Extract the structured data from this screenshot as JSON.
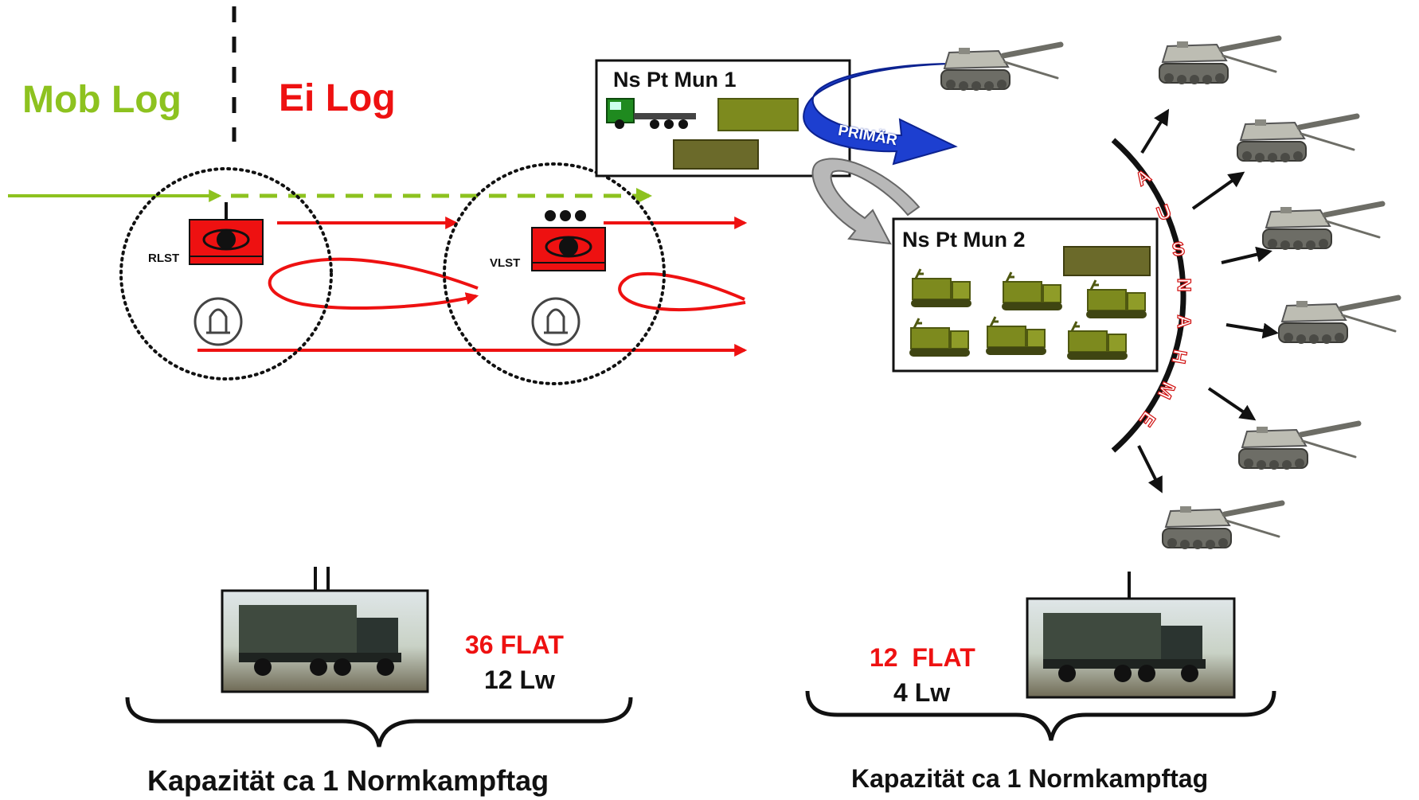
{
  "labels": {
    "mob_log": "Mob Log",
    "ei_log": "Ei Log",
    "rlst": "RLST",
    "vlst": "VLST",
    "ns_pt_mun_1": "Ns Pt Mun 1",
    "ns_pt_mun_2": "Ns Pt Mun 2",
    "primar": "PRIMÄR",
    "ausnahme_letters": [
      "A",
      "U",
      "S",
      "N",
      "A",
      "H",
      "M",
      "E"
    ]
  },
  "left_capacity": {
    "flat": "36 FLAT",
    "lw": "12 Lw",
    "caption": "Kapazität ca 1 Normkampftag"
  },
  "right_capacity": {
    "flat": "12  FLAT",
    "lw": "4 Lw",
    "caption": "Kapazität ca 1 Normkampftag"
  },
  "colors": {
    "mob_green": "#8dc21f",
    "ei_red": "#ee1111",
    "primar_blue": "#1d3fd0",
    "secondary_grey": "#b8b8b8",
    "vehicle_olive": "#7d8a1e"
  }
}
